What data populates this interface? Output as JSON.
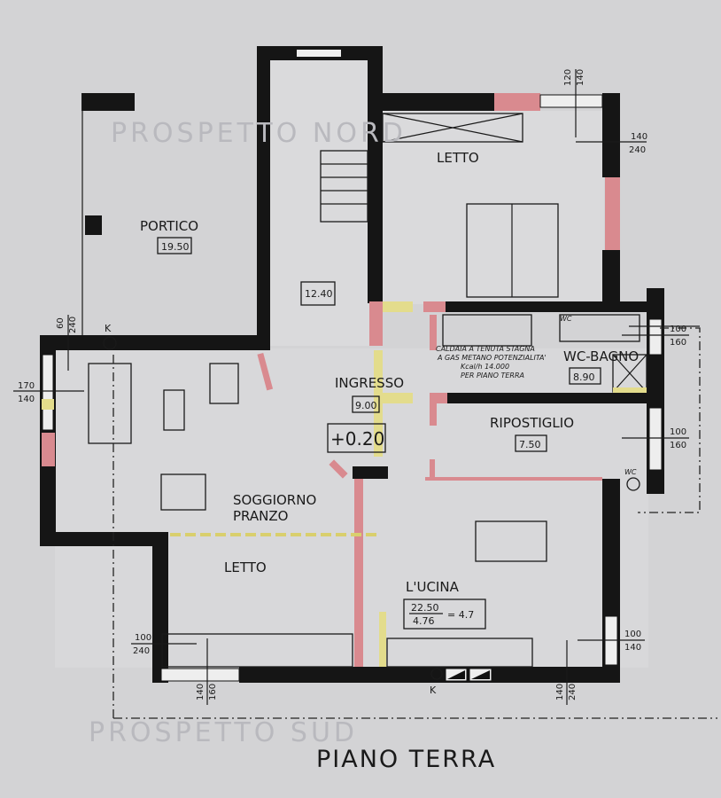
{
  "title": "PIANO TERRA",
  "watermarks": {
    "north": "PROSPETTO NORD",
    "south": "PROSPETTO SUD"
  },
  "rooms": {
    "portico": {
      "name": "PORTICO",
      "area": "19.50"
    },
    "stair": {
      "area": "12.40"
    },
    "letto_north": {
      "name": "LETTO"
    },
    "ingresso": {
      "name": "INGRESSO",
      "area": "9.00"
    },
    "level": "+0.20",
    "wc_bagno": {
      "name": "WC-BAGNO",
      "area": "8.90",
      "wc_label": "WC"
    },
    "ripostiglio": {
      "name": "RIPOSTIGLIO",
      "area": "7.50"
    },
    "soggiorno": {
      "name_line1": "SOGGIORNO",
      "name_line2": "PRANZO"
    },
    "letto_south": {
      "name": "LETTO"
    },
    "cucina": {
      "name": "L'UCINA",
      "ratio_num": "22.50",
      "ratio_den": "4.76",
      "ratio_result": "= 4.7"
    }
  },
  "boiler_note": [
    "CALDAIA A TENUTA STAGNA",
    "A GAS METANO POTENZIALITA'",
    "Kcal/h 14.000",
    "PER PIANO TERRA"
  ],
  "markers": {
    "k_top": "K",
    "k_bottom": "K",
    "wc_small": "WC"
  },
  "dimensions": {
    "top_window": {
      "a": "120",
      "b": "140"
    },
    "top_right": {
      "a": "140",
      "b": "240"
    },
    "left_top": {
      "a": "60",
      "b": "240"
    },
    "left_window": {
      "a": "170",
      "b": "140"
    },
    "right_bath": {
      "a": "100",
      "b": "160"
    },
    "right_rip": {
      "a": "100",
      "b": "160"
    },
    "right_kitchen": {
      "a": "100",
      "b": "140"
    },
    "bottom_left": {
      "a": "100",
      "b": "240"
    },
    "bottom_window": {
      "a": "140",
      "b": "160"
    },
    "bottom_right": {
      "a": "140",
      "b": "240"
    }
  },
  "colors": {
    "paper": "#d3d3d5",
    "wall": "#151515",
    "demolish": "#d98a8f",
    "new": "#e3dc8c"
  }
}
